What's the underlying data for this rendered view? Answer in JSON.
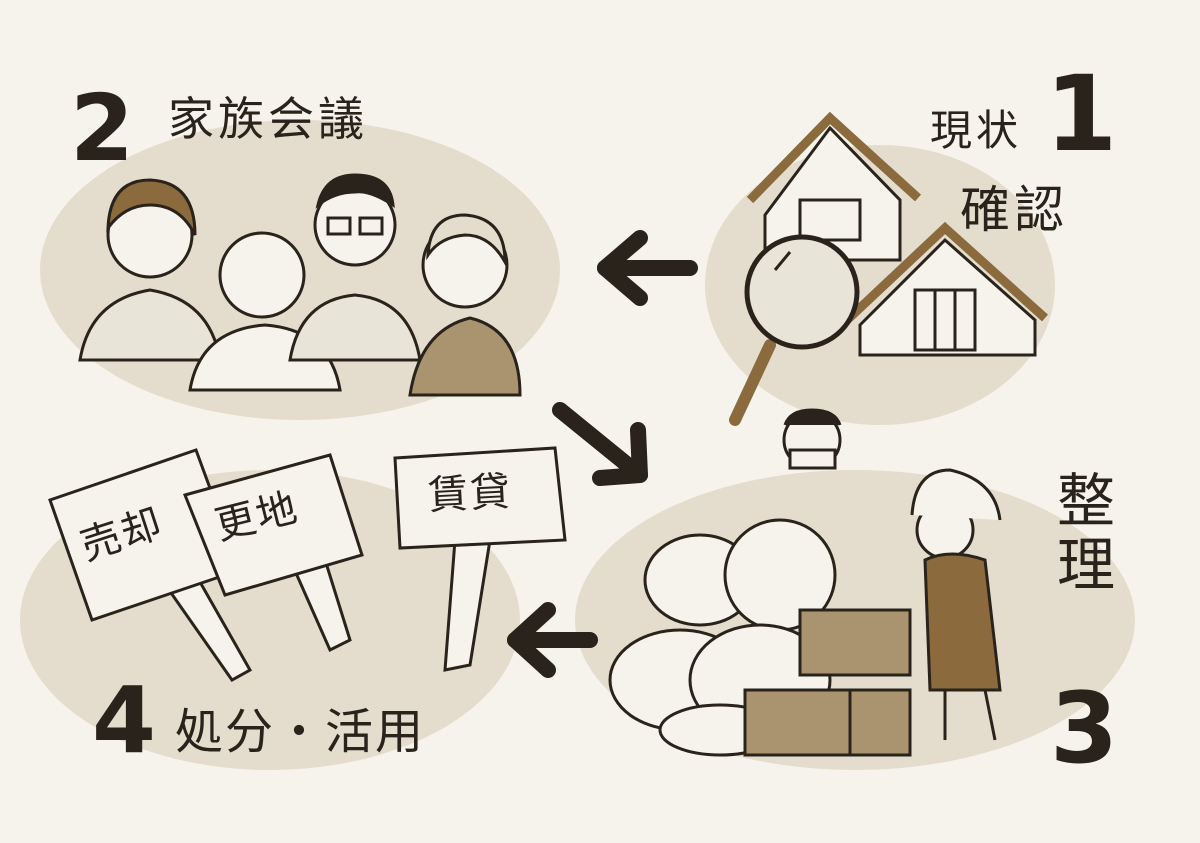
{
  "steps": [
    {
      "number": "1",
      "label_line1": "現状",
      "label_line2": "確認"
    },
    {
      "number": "2",
      "label": "家族会議"
    },
    {
      "number": "3",
      "label": "整理"
    },
    {
      "number": "4",
      "label": "処分・活用"
    }
  ],
  "signs": [
    "売却",
    "更地",
    "賃貸"
  ],
  "colors": {
    "background": "#f6f3ec",
    "blob": "#e4ddcd",
    "ink": "#2a231c",
    "brown": "#8b6a3e",
    "sepia": "#a9946f"
  }
}
